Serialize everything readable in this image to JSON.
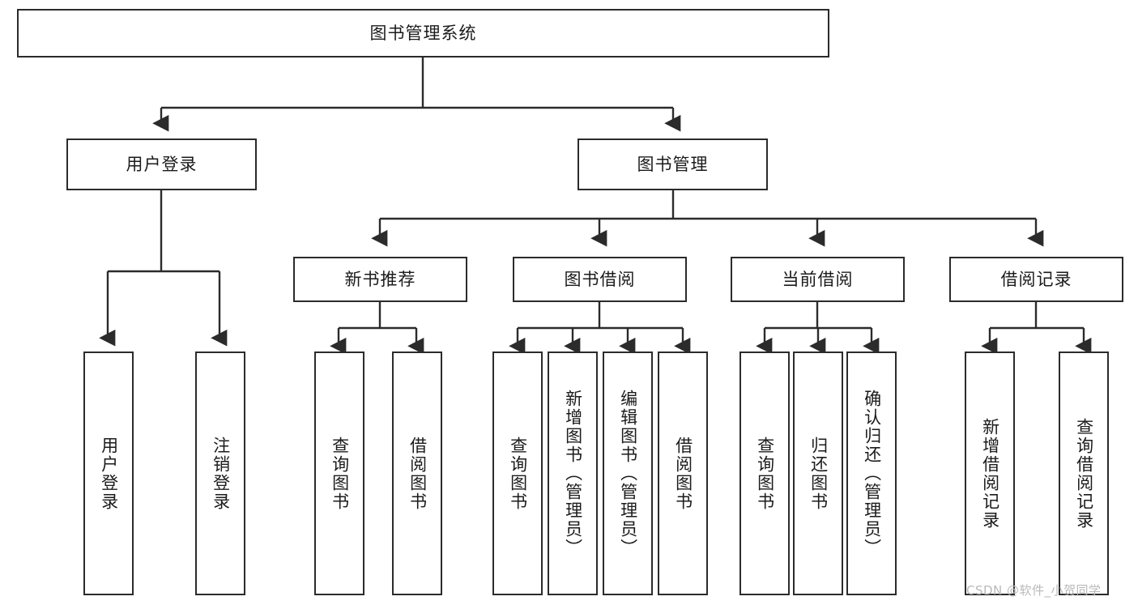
{
  "diagram": {
    "title": "图书管理系统",
    "type": "tree-hierarchy-diagram",
    "watermark": "CSDN @软件_小贺同学",
    "colors": {
      "node_border": "#2b2b2b",
      "node_fill": "#ffffff",
      "edge": "#2b2b2b",
      "text": "#1b1b1b",
      "background": "#ffffff",
      "watermark": "#b9b9b9"
    },
    "nodes": {
      "root": {
        "label": "图书管理系统",
        "level": 0,
        "orientation": "horizontal"
      },
      "l1": [
        {
          "id": "user-login",
          "label": "用户登录",
          "level": 1,
          "orientation": "horizontal"
        },
        {
          "id": "book-manage",
          "label": "图书管理",
          "level": 1,
          "orientation": "horizontal"
        }
      ],
      "l2": [
        {
          "id": "new-book-recommend",
          "label": "新书推荐",
          "level": 2,
          "orientation": "horizontal",
          "parent": "book-manage"
        },
        {
          "id": "book-borrow",
          "label": "图书借阅",
          "level": 2,
          "orientation": "horizontal",
          "parent": "book-manage"
        },
        {
          "id": "current-borrow",
          "label": "当前借阅",
          "level": 2,
          "orientation": "horizontal",
          "parent": "book-manage"
        },
        {
          "id": "borrow-record",
          "label": "借阅记录",
          "level": 2,
          "orientation": "horizontal",
          "parent": "book-manage"
        }
      ],
      "leaves": [
        {
          "id": "leaf-user-login",
          "label": "用户登录",
          "parent": "user-login",
          "orientation": "vertical"
        },
        {
          "id": "leaf-logout",
          "label": "注销登录",
          "parent": "user-login",
          "orientation": "vertical"
        },
        {
          "id": "leaf-query-book-1",
          "label": "查询图书",
          "parent": "new-book-recommend",
          "orientation": "vertical"
        },
        {
          "id": "leaf-borrow-book-1",
          "label": "借阅图书",
          "parent": "new-book-recommend",
          "orientation": "vertical"
        },
        {
          "id": "leaf-query-book-2",
          "label": "查询图书",
          "parent": "book-borrow",
          "orientation": "vertical"
        },
        {
          "id": "leaf-add-book",
          "label": "新增图书（管理员）",
          "parent": "book-borrow",
          "orientation": "vertical"
        },
        {
          "id": "leaf-edit-book",
          "label": "编辑图书（管理员）",
          "parent": "book-borrow",
          "orientation": "vertical"
        },
        {
          "id": "leaf-borrow-book-2",
          "label": "借阅图书",
          "parent": "book-borrow",
          "orientation": "vertical"
        },
        {
          "id": "leaf-query-book-3",
          "label": "查询图书",
          "parent": "current-borrow",
          "orientation": "vertical"
        },
        {
          "id": "leaf-return-book",
          "label": "归还图书",
          "parent": "current-borrow",
          "orientation": "vertical"
        },
        {
          "id": "leaf-confirm-return",
          "label": "确认归还（管理员）",
          "parent": "current-borrow",
          "orientation": "vertical"
        },
        {
          "id": "leaf-add-record",
          "label": "新增借阅记录",
          "parent": "borrow-record",
          "orientation": "vertical"
        },
        {
          "id": "leaf-query-record",
          "label": "查询借阅记录",
          "parent": "borrow-record",
          "orientation": "vertical"
        }
      ]
    }
  }
}
